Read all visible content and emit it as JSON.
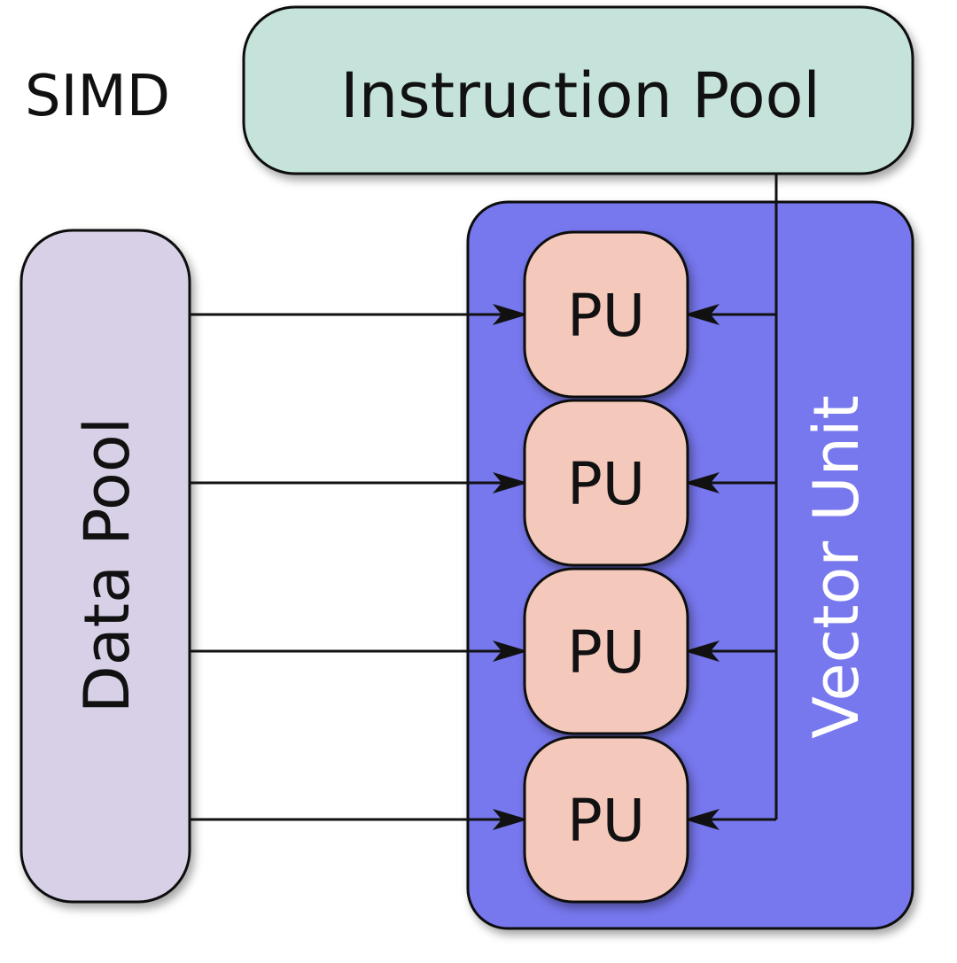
{
  "diagram": {
    "title": "SIMD",
    "instruction_pool": {
      "label": "Instruction Pool"
    },
    "data_pool": {
      "label": "Data Pool"
    },
    "vector_unit": {
      "label": "Vector Unit"
    },
    "processing_units": [
      {
        "label": "PU"
      },
      {
        "label": "PU"
      },
      {
        "label": "PU"
      },
      {
        "label": "PU"
      }
    ]
  },
  "colors": {
    "instruction_pool_fill": "#c5e3da",
    "data_pool_fill": "#d8d0e6",
    "vector_unit_fill": "#7777ee",
    "pu_fill": "#f4c9bb",
    "vector_unit_text": "#ffffff",
    "stroke": "#111111"
  }
}
